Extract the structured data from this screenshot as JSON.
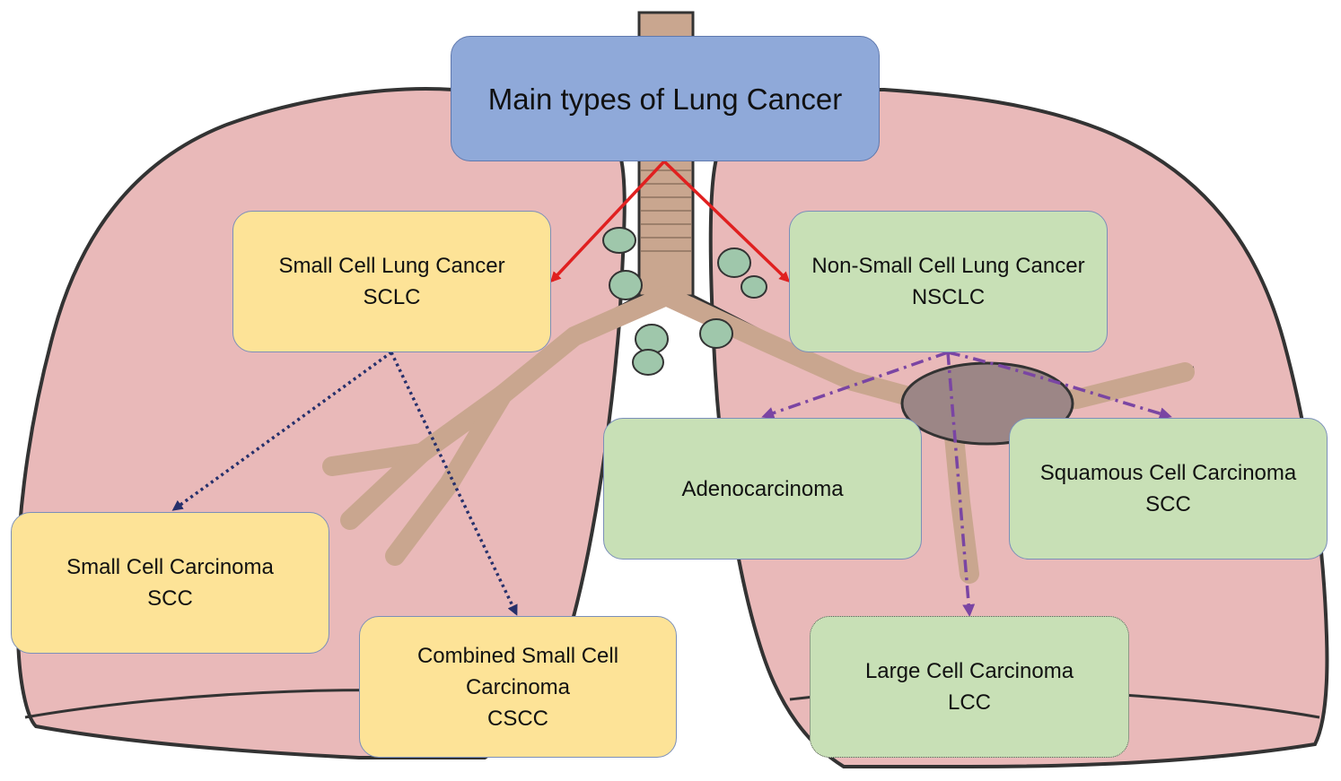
{
  "title": "Main types of Lung Cancer",
  "colors": {
    "root_fill": "#8fa9d9",
    "sclc_fill": "#fde397",
    "nsclc_fill": "#c8e0b6",
    "arrow_main": "#e02020",
    "arrow_sclc": "#26306b",
    "arrow_nsclc": "#7a45a3",
    "lung_fill": "#e9b9b9",
    "bronchi_fill": "#c9a68f",
    "node_fill": "#9fc7ab"
  },
  "nodes": {
    "sclc": {
      "line1": "Small Cell Lung Cancer",
      "line2": "SCLC"
    },
    "nsclc": {
      "line1": "Non-Small Cell Lung Cancer",
      "line2": "NSCLC"
    },
    "small_cell_carcinoma": {
      "line1": "Small Cell Carcinoma",
      "line2": "SCC"
    },
    "combined_small_cell": {
      "line1": "Combined Small Cell",
      "line2": "Carcinoma",
      "line3": "CSCC"
    },
    "adenocarcinoma": {
      "line1": "Adenocarcinoma"
    },
    "squamous_cell": {
      "line1": "Squamous Cell Carcinoma",
      "line2": "SCC"
    },
    "large_cell": {
      "line1": "Large Cell Carcinoma",
      "line2": "LCC"
    }
  }
}
